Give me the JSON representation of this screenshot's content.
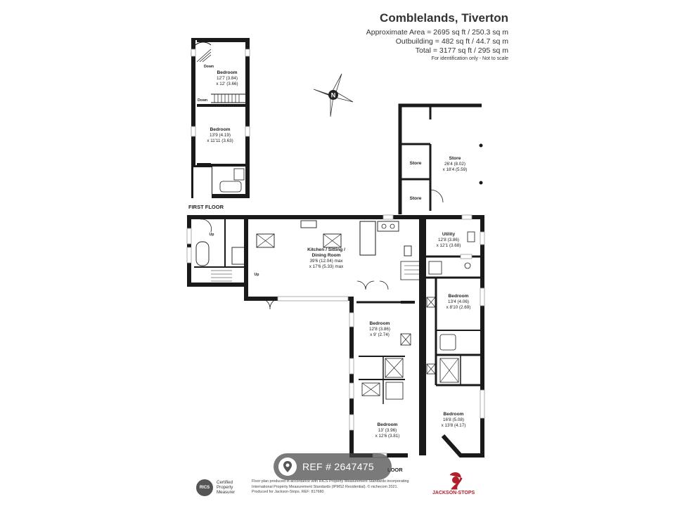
{
  "header": {
    "title": "Comblelands, Tiverton",
    "area_lines": [
      "Approximate Area = 2695 sq ft / 250.3 sq m",
      "Outbuilding = 482 sq ft / 44.7 sq m",
      "Total = 3177 sq ft / 295 sq m"
    ],
    "note": "For identification only - Not to scale"
  },
  "compass": {
    "letter": "N"
  },
  "floors": {
    "first": "FIRST FLOOR",
    "ground_partial": "LOOR"
  },
  "rooms": {
    "bed_top": {
      "name": "Bedroom",
      "dim1": "12'7 (3.84)",
      "dim2": "x 12' (3.66)"
    },
    "bed_first2": {
      "name": "Bedroom",
      "dim1": "13'9 (4.19)",
      "dim2": "x 11'11 (3.63)"
    },
    "store_main": {
      "name": "Store",
      "dim1": "26'4 (8.02)",
      "dim2": "x 18'4 (5.59)"
    },
    "store_a": {
      "name": "Store"
    },
    "store_b": {
      "name": "Store"
    },
    "kitchen": {
      "name1": "Kitchen / Sitting /",
      "name2": "Dining Room",
      "dim1": "39'6 (12.04) max",
      "dim2": "x 17'6 (5.33) max"
    },
    "utility": {
      "name": "Utility",
      "dim1": "12'8 (3.86)",
      "dim2": "x 12'1 (3.68)"
    },
    "bed_g1": {
      "name": "Bedroom",
      "dim1": "13'4 (4.06)",
      "dim2": "x 8'10 (2.69)"
    },
    "bed_g2": {
      "name": "Bedroom",
      "dim1": "12'8 (3.86)",
      "dim2": "x 9' (2.74)"
    },
    "bed_g3": {
      "name": "Bedroom",
      "dim1": "16'8 (5.08)",
      "dim2": "x 13'8 (4.17)"
    },
    "bed_g4": {
      "name": "Bedroom",
      "dim1": "13' (3.96)",
      "dim2": "x 12'6 (3.81)"
    }
  },
  "stair_labels": {
    "down1": "Down",
    "down2": "Down",
    "up1": "Up",
    "up2": "Up"
  },
  "ref_badge": {
    "text": "REF # 2647475"
  },
  "rics": {
    "logo": "RICS",
    "line1": "Certified",
    "line2": "Property",
    "line3": "Measurer"
  },
  "footer": {
    "line1": "Floor plan produced in accordance with RICS Property Measurement Standards incorporating",
    "line2": "International Property Measurement Standards (IPMS2 Residential). © nichecom 2021.",
    "line3": "Produced for Jackson-Stops.    REF: 817680"
  },
  "brand": {
    "name": "JACKSON-STOPS",
    "color": "#b0202a"
  },
  "colors": {
    "wall": "#1a1a1a",
    "window": "#bdbdbd"
  }
}
